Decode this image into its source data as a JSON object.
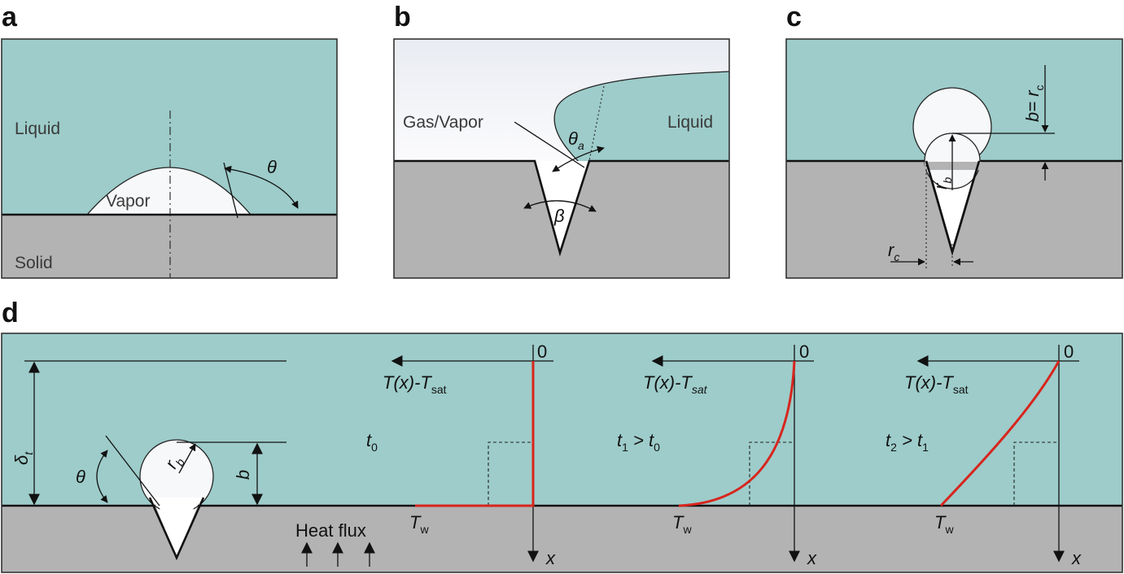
{
  "colors": {
    "liquid": "#9dccca",
    "solid": "#b3b3b3",
    "vapor": "#f7f8fa",
    "temperature_profile": "#d7261e",
    "outline": "#222222"
  },
  "panel_a": {
    "label": "a",
    "liquid": "Liquid",
    "vapor": "Vapor",
    "solid": "Solid",
    "angle": "θ"
  },
  "panel_b": {
    "label": "b",
    "gas": "Gas/Vapor",
    "liquid": "Liquid",
    "angle_a": "θ",
    "angle_a_sub": "a",
    "angle_beta": "β"
  },
  "panel_c": {
    "label": "c",
    "b_eq": "b= r",
    "b_eq_sub": "c",
    "r_b": "r",
    "r_b_sub": "b",
    "r_c": "r",
    "r_c_sub": "c"
  },
  "panel_d": {
    "label": "d",
    "delta": "δ",
    "delta_sub": "t",
    "theta": "θ",
    "r_b": "r",
    "r_b_sub": "b",
    "b": "b",
    "heat_flux": "Heat flux",
    "profiles": [
      {
        "time": "t",
        "time_sub": "0",
        "time_rest": "",
        "time_rest_sub": "",
        "temp_label": "T(x)-T",
        "temp_sub": "sat",
        "wall": "T",
        "wall_sub": "w",
        "zero": "0",
        "x": "x"
      },
      {
        "time": "t",
        "time_sub": "1",
        "time_rest": " > t",
        "time_rest_sub": "0",
        "temp_label": "T(x)-T",
        "temp_sub": "sat",
        "wall": "T",
        "wall_sub": "w",
        "zero": "0",
        "x": "x"
      },
      {
        "time": "t",
        "time_sub": "2",
        "time_rest": " > t",
        "time_rest_sub": "1",
        "temp_label": "T(x)-T",
        "temp_sub": "sat",
        "wall": "T",
        "wall_sub": "w",
        "zero": "0",
        "x": "x"
      }
    ]
  }
}
